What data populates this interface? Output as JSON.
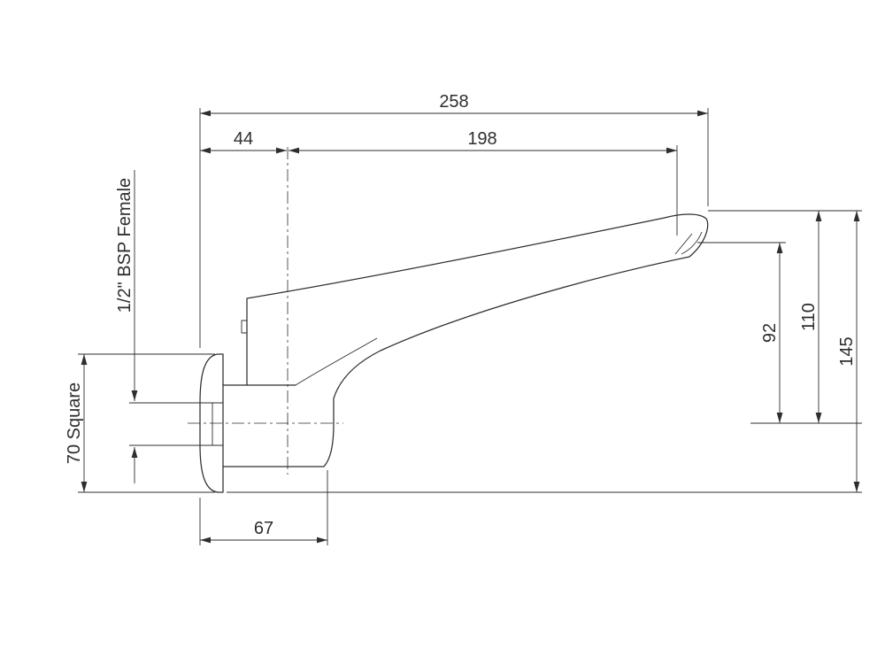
{
  "page": {
    "background": "#ffffff"
  },
  "drawing": {
    "type": "technical-dimension-drawing",
    "subject": "wall-mounted-spout-side-view",
    "line_color": "#2e2e2e",
    "dims": {
      "overall_projection": "258",
      "wall_to_inlet_center": "44",
      "inlet_center_to_outlet": "198",
      "inlet_thread": "1/2\" BSP Female",
      "flange_size": "70 Square",
      "base_projection": "67",
      "outlet_height": "92",
      "tip_height": "110",
      "overall_height": "145"
    }
  }
}
